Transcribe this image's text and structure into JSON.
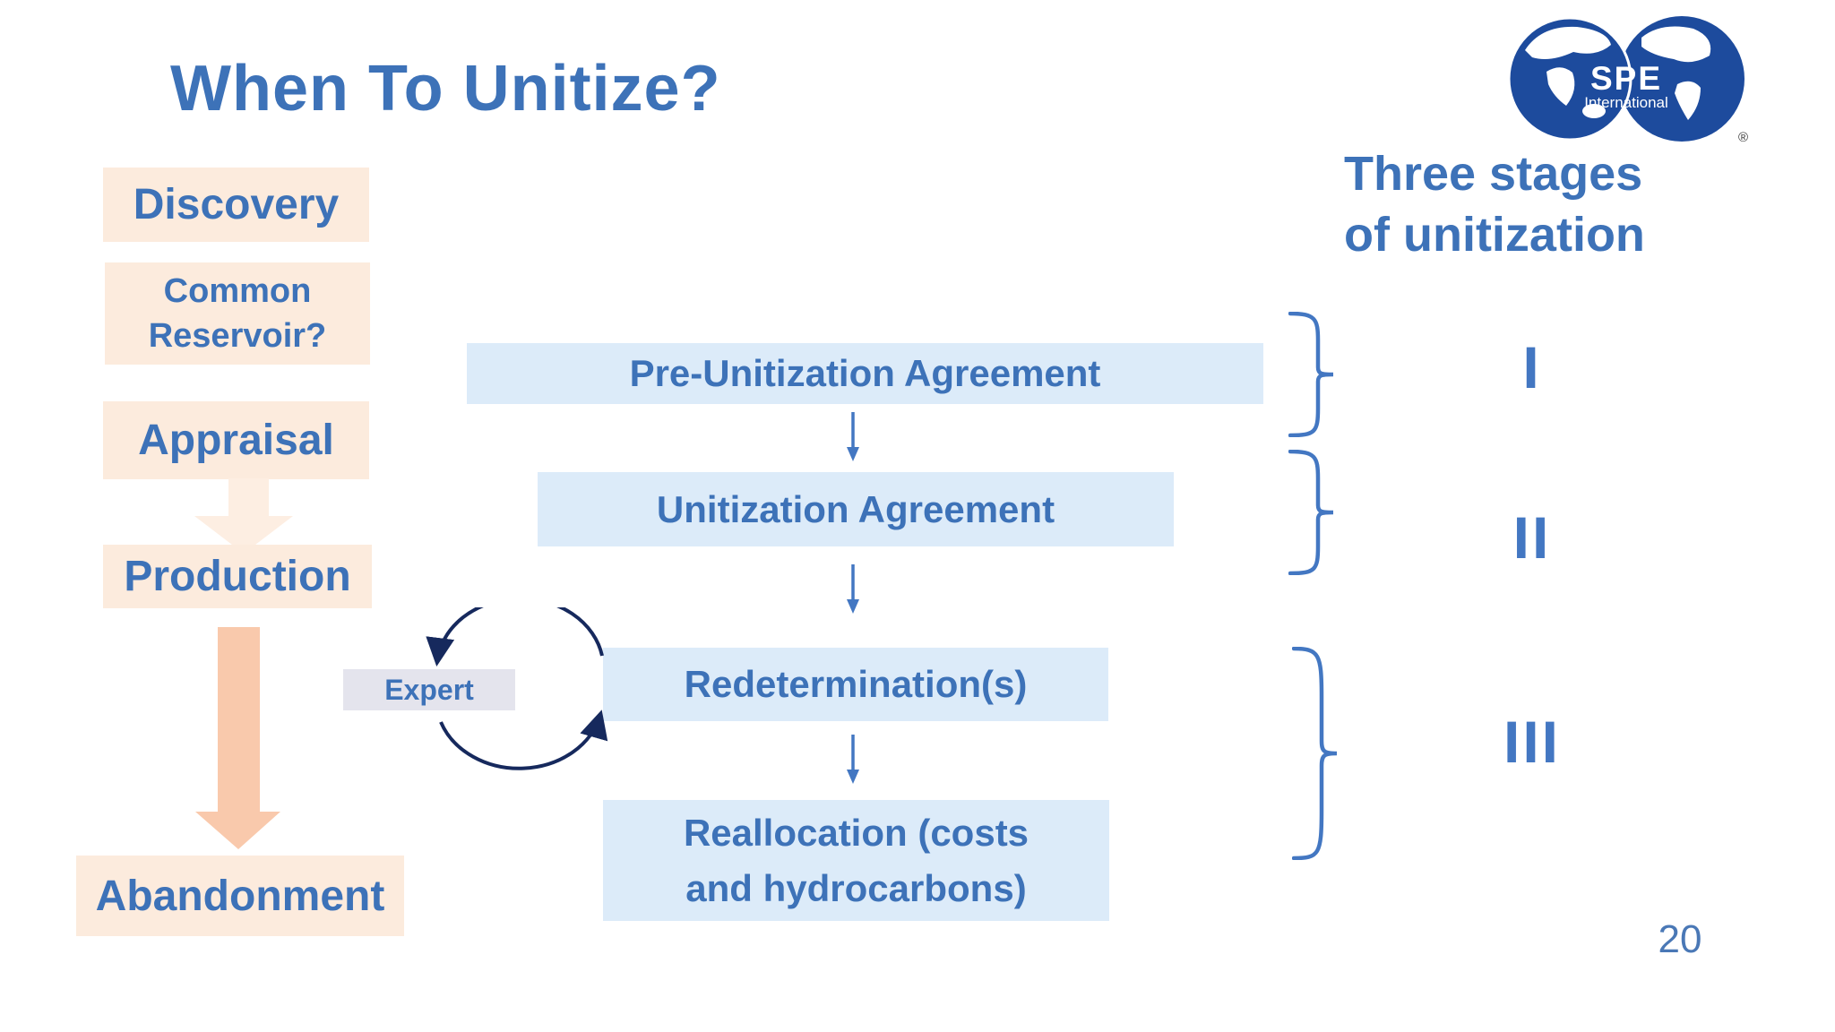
{
  "slide": {
    "title": "When To Unitize?",
    "page_number": "20"
  },
  "logo": {
    "acronym": "SPE",
    "subtitle": "International",
    "registered_mark": "®"
  },
  "stages_heading": {
    "line1": "Three stages",
    "line2": "of unitization"
  },
  "lifecycle": {
    "step1": "Discovery",
    "step2": "Common Reservoir?",
    "step3": "Appraisal",
    "step4": "Production",
    "step5": "Abandonment"
  },
  "agreements": {
    "step1": "Pre-Unitization Agreement",
    "step2": "Unitization Agreement",
    "step3": "Redetermination(s)",
    "step4_line1": "Reallocation (costs",
    "step4_line2": "and hydrocarbons)"
  },
  "expert": {
    "label": "Expert"
  },
  "stages": {
    "stage1": "I",
    "stage2": "II",
    "stage3": "III"
  },
  "colors": {
    "text-blue": "#3d72b8",
    "box-blue": "#dcebf9",
    "box-peach": "#fcebdd",
    "arrow-peach": "#f9c9ac",
    "arrow-peach-light": "#fdeee2",
    "expert-gray": "#e4e4ed",
    "cycle-navy": "#16295d",
    "accent-blue": "#4377c2",
    "logo-navy": "#1d4b9d",
    "page-number-blue": "#4a78b6"
  }
}
